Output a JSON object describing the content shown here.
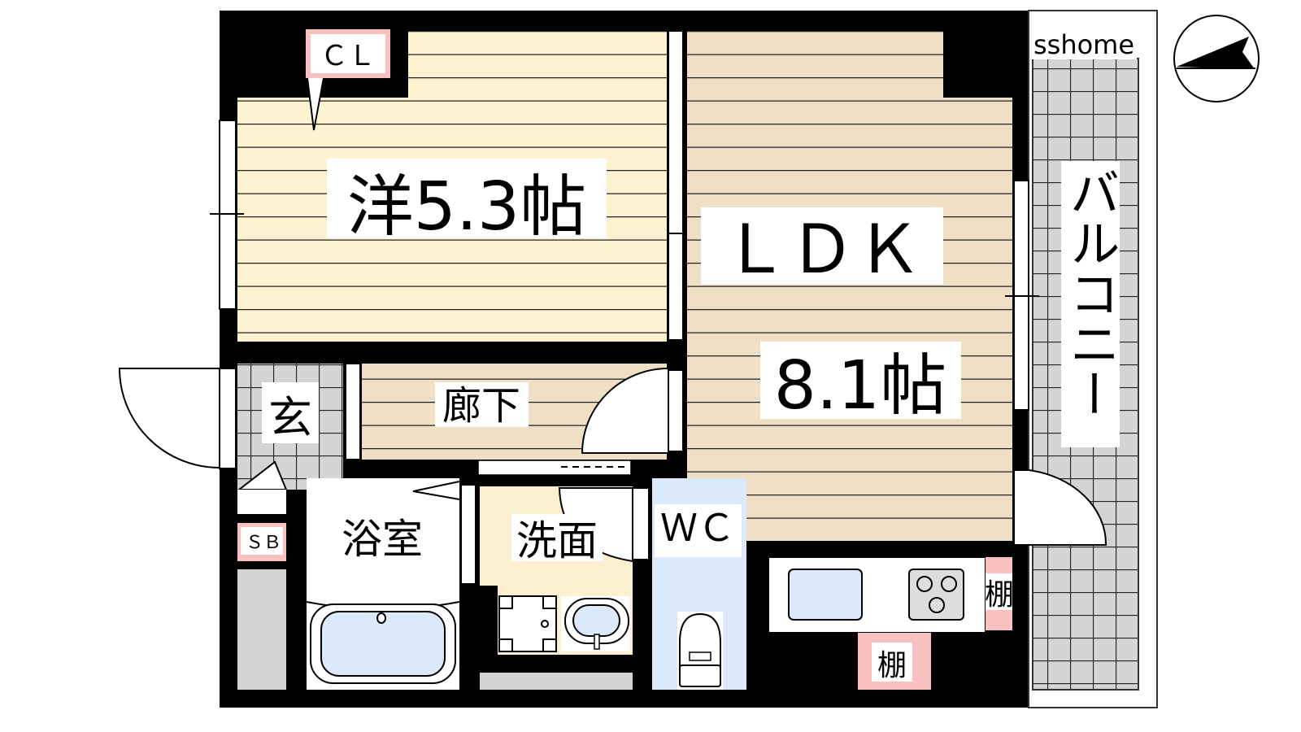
{
  "watermark": "sshome",
  "rooms": {
    "western": {
      "label": "洋5.3帖"
    },
    "closet": {
      "label": "ＣＬ"
    },
    "ldk": {
      "label": "ＬＤＫ",
      "size": "8.1帖"
    },
    "hallway": {
      "label": "廊下"
    },
    "entrance": {
      "label": "玄"
    },
    "shoe_box": {
      "label": "ＳＢ"
    },
    "bath": {
      "label": "浴室"
    },
    "washroom": {
      "label": "洗面"
    },
    "toilet": {
      "label": "ＷＣ"
    },
    "shelf_1": {
      "label": "棚"
    },
    "shelf_2": {
      "label": "棚"
    },
    "balcony": {
      "label": "バルコニー"
    }
  },
  "colors": {
    "western_floor": "#fdf3d0",
    "ldk_floor": "#efdfc4",
    "tile": "#d4d4d4",
    "pink": "#f9c0c0",
    "water_blue": "#dbe9fb",
    "wall": "#000000"
  },
  "icons": {
    "compass": "north-arrow-icon"
  }
}
